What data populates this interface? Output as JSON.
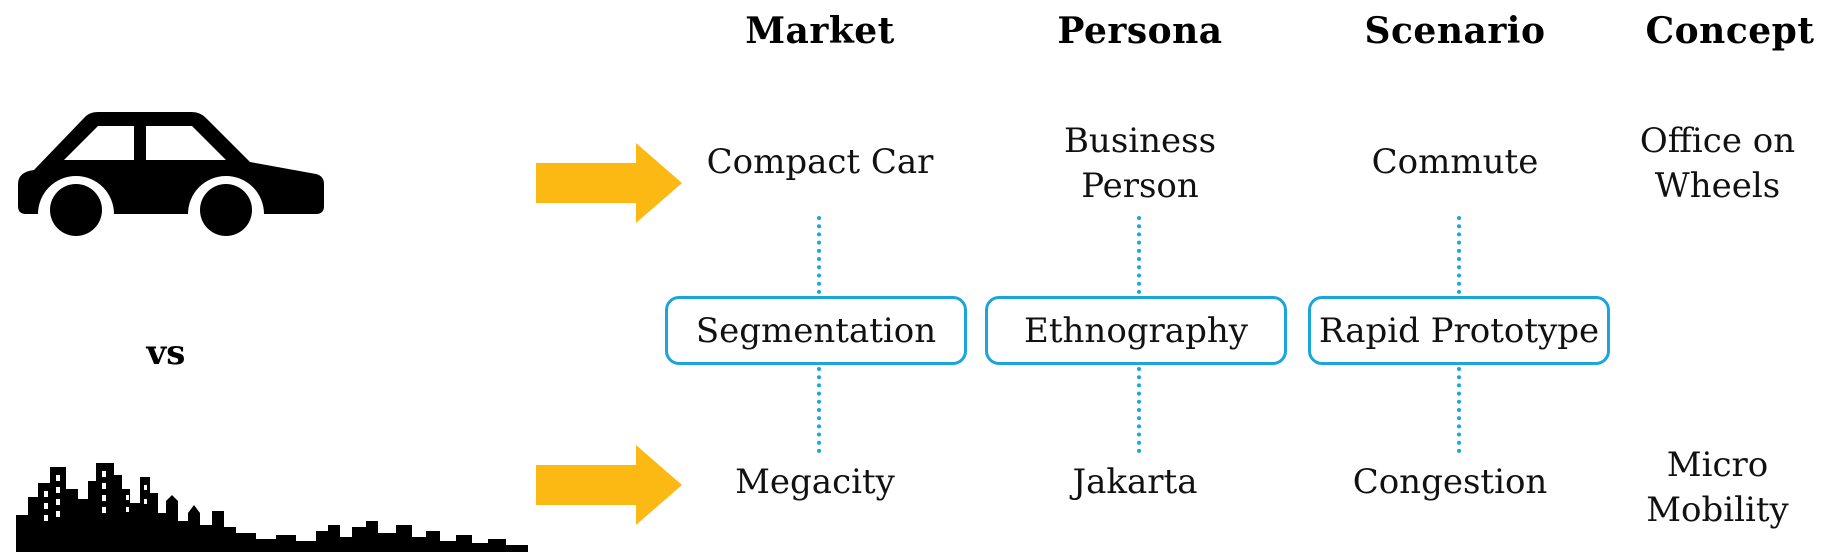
{
  "headers": [
    "Market",
    "Persona",
    "Scenario",
    "Concept"
  ],
  "top_row": [
    "Compact Car",
    "Business Person",
    "Commute",
    "Office on Wheels"
  ],
  "methods": [
    "Segmentation",
    "Ethnography",
    "Rapid Prototype"
  ],
  "bottom_row": [
    "Megacity",
    "Jakarta",
    "Congestion",
    "Micro Mobility"
  ],
  "vs_label": "vs",
  "colors": {
    "arrow": "#FDB913",
    "method_border": "#1AA6DC",
    "connector": "#1AA6DC"
  },
  "icons": [
    "car-icon",
    "city-skyline-icon",
    "arrow-right-icon"
  ]
}
